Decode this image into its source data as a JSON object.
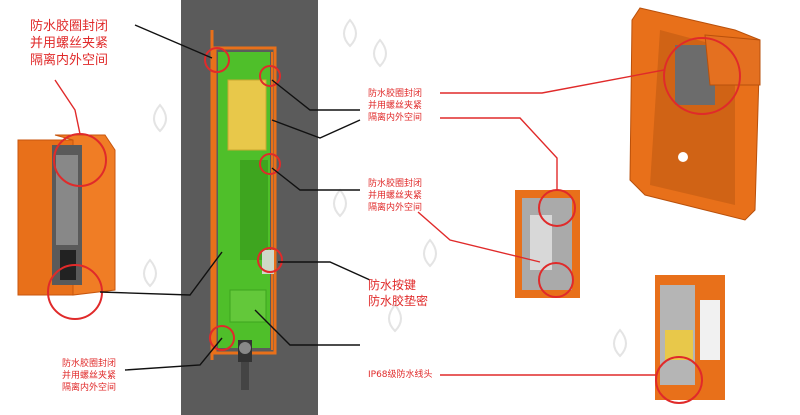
{
  "labels": {
    "top_left": [
      "防水胶圈封闭",
      "并用螺丝夹紧",
      "隔离内外空间"
    ],
    "mid_top": [
      "防水胶圈封闭",
      "并用螺丝夹紧",
      "隔离内外空间"
    ],
    "mid_middle": [
      "防水胶圈封闭",
      "并用螺丝夹紧",
      "隔离内外空间"
    ],
    "button_seal": [
      "防水按键",
      "防水胶垫密"
    ],
    "bottom_left": [
      "防水胶圈封闭",
      "并用螺丝夹紧",
      "隔离内外空间"
    ],
    "connector": "IP68级防水线头"
  },
  "colors": {
    "accent_red": "#e02a2a",
    "enclosure_orange": "#e8701a",
    "board_green": "#4fbf2a",
    "panel_gray": "#5b5b5b",
    "battery_yellow": "#e8c84a"
  }
}
